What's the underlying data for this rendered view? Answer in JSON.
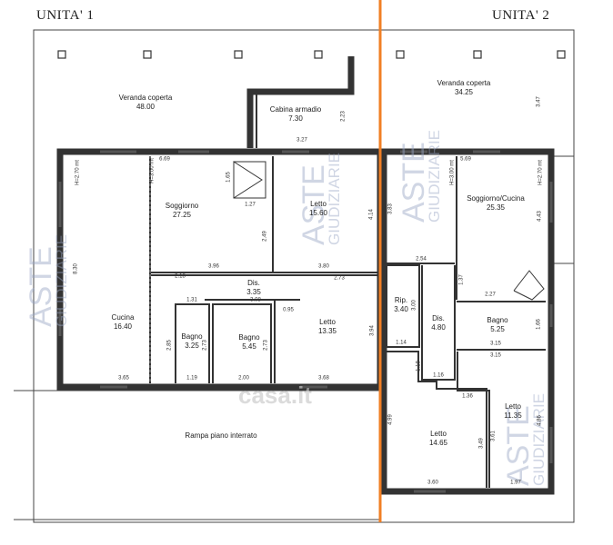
{
  "titles": {
    "unit1": "UNITA' 1",
    "unit2": "UNITA' 2"
  },
  "colors": {
    "divider": "#f07f24",
    "wall": "#333333",
    "watermark": "#96a5c3"
  },
  "rooms": {
    "veranda1": {
      "name": "Veranda coperta",
      "area": "48.00"
    },
    "cabina": {
      "name": "Cabina armadio",
      "area": "7.30"
    },
    "soggiorno": {
      "name": "Soggiorno",
      "area": "27.25"
    },
    "letto1": {
      "name": "Letto",
      "area": "15.60"
    },
    "cucina": {
      "name": "Cucina",
      "area": "16.40"
    },
    "dis1": {
      "name": "Dis.",
      "area": "3.35"
    },
    "bagno1": {
      "name": "Bagno",
      "area": "3.25"
    },
    "bagno2": {
      "name": "Bagno",
      "area": "5.45"
    },
    "letto2": {
      "name": "Letto",
      "area": "13.35"
    },
    "rampa": {
      "name": "Rampa piano interrato"
    },
    "veranda2": {
      "name": "Veranda coperta",
      "area": "34.25"
    },
    "soggcuc": {
      "name": "Soggiorno/Cucina",
      "area": "25.35"
    },
    "rip": {
      "name": "Rip.",
      "area": "3.40"
    },
    "dis2": {
      "name": "Dis.",
      "area": "4.80"
    },
    "bagno3": {
      "name": "Bagno",
      "area": "5.25"
    },
    "letto3": {
      "name": "Letto",
      "area": "14.65"
    },
    "letto4": {
      "name": "Letto",
      "area": "11.35"
    }
  },
  "dims": [
    "6.69",
    "H=3.00 mt",
    "H=2.70 mt",
    "1.65",
    "1.27",
    "2.49",
    "3.96",
    "3.27",
    "2.23",
    "4.14",
    "3.80",
    "2.73",
    "8.30",
    "2.18",
    "1.31",
    "3.08",
    "0.95",
    "3.94",
    "2.85",
    "2.73",
    "2.73",
    "3.65",
    "1.19",
    "2.00",
    "3.68",
    "3.47",
    "5.69",
    "H=3.00 mt",
    "H=2.70 mt",
    "3.83",
    "4.43",
    "2.54",
    "1.37",
    "2.27",
    "3.00",
    "1.14",
    "1.66",
    "3.15",
    "3.15",
    "1.18",
    "1.16",
    "1.36",
    "4.99",
    "3.49",
    "3.61",
    "4.86",
    "3.60",
    "1.97"
  ],
  "watermark": {
    "brand": "ASTE",
    "sub": "GIUDIZIARIE",
    "site": "casa.it"
  }
}
